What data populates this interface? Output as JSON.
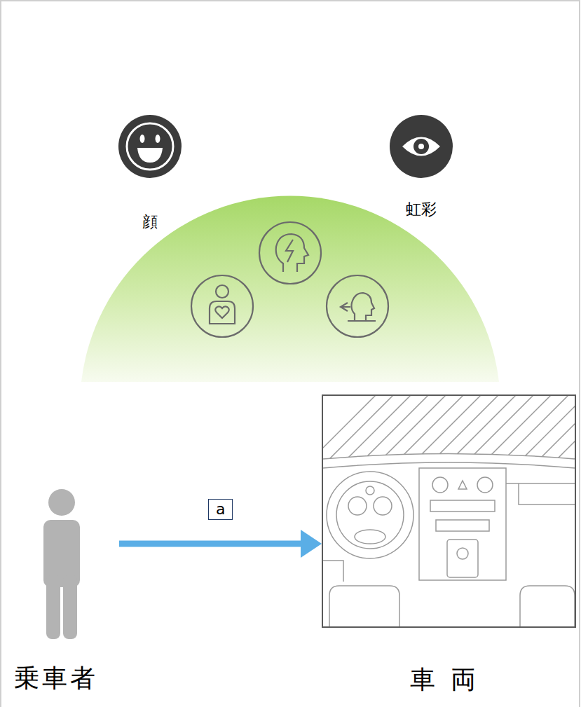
{
  "diagram": {
    "nodes": [
      {
        "text": [
          "顔"
        ]
      },
      {
        "text": [
          "虹彩"
        ]
      },
      {
        "text": [
          "乗車者"
        ]
      },
      {
        "text": [
          "車両"
        ]
      }
    ],
    "edges": [
      {
        "from": 2,
        "to": 3,
        "arrow": "to",
        "label": "a"
      }
    ]
  }
}
